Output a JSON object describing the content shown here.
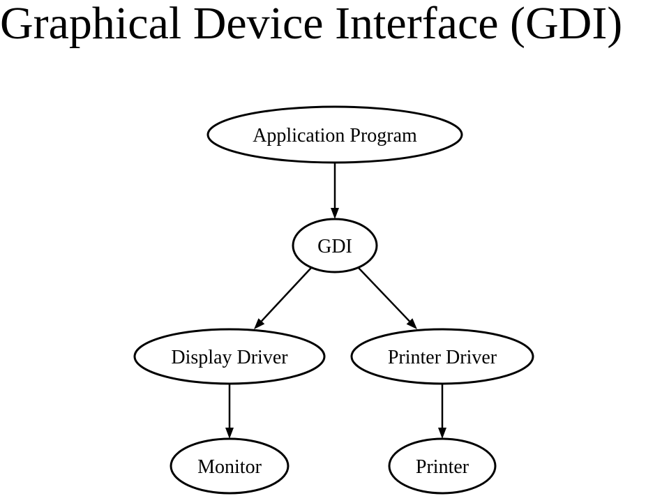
{
  "page": {
    "title": "Graphical Device Interface (GDI)"
  },
  "diagram": {
    "nodes": [
      {
        "id": "app",
        "label": "Application Program"
      },
      {
        "id": "gdi",
        "label": "GDI"
      },
      {
        "id": "display",
        "label": "Display Driver"
      },
      {
        "id": "printerdrv",
        "label": "Printer Driver"
      },
      {
        "id": "monitor",
        "label": "Monitor"
      },
      {
        "id": "printer",
        "label": "Printer"
      }
    ],
    "edges": [
      {
        "from": "app",
        "to": "gdi"
      },
      {
        "from": "gdi",
        "to": "display"
      },
      {
        "from": "gdi",
        "to": "printerdrv"
      },
      {
        "from": "display",
        "to": "monitor"
      },
      {
        "from": "printerdrv",
        "to": "printer"
      }
    ],
    "colors": {
      "stroke": "#000000",
      "fill": "#ffffff"
    }
  }
}
